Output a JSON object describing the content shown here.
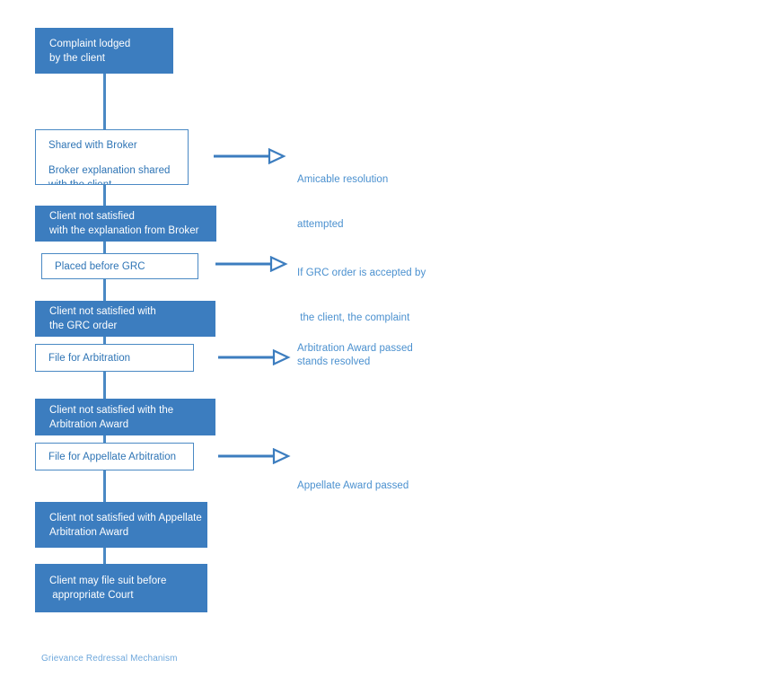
{
  "diagram": {
    "caption": "Grievance Redressal Mechanism",
    "accent_fill": "#3C7DBF",
    "accent_border": "#4A89C4",
    "text_blue": "#2E74B5",
    "label_blue": "#4A90CF",
    "caption_blue": "#6FA8DC",
    "nodes": [
      {
        "id": "complaint-lodged",
        "style": "filled",
        "line1": "Complaint lodged",
        "line2": "by the client"
      },
      {
        "id": "shared-with-broker",
        "style": "outlined",
        "line1": "Shared with Broker",
        "line2": "Broker explanation shared",
        "line3": "with the client"
      },
      {
        "id": "client-not-satisfied-broker",
        "style": "filled",
        "line1": "Client not satisfied",
        "line2": "with the explanation from Broker"
      },
      {
        "id": "placed-before-grc",
        "style": "outlined",
        "line1": "Placed before GRC"
      },
      {
        "id": "client-not-satisfied-grc",
        "style": "filled",
        "line1": "Client not satisfied with",
        "line2": "the GRC order"
      },
      {
        "id": "file-for-arbitration",
        "style": "outlined",
        "line1": "File for Arbitration"
      },
      {
        "id": "client-not-satisfied-arbitration",
        "style": "filled",
        "line1": "Client not satisfied with the",
        "line2": "Arbitration Award"
      },
      {
        "id": "file-for-appellate-arbitration",
        "style": "outlined",
        "line1": "File for Appellate Arbitration"
      },
      {
        "id": "client-not-satisfied-appellate",
        "style": "filled",
        "line1": "Client not satisfied with Appellate",
        "line2": "Arbitration Award"
      },
      {
        "id": "client-may-file-suit",
        "style": "filled",
        "line1": "Client may file suit before",
        "line2": " appropriate Court"
      }
    ],
    "side_labels": [
      {
        "id": "amicable-resolution",
        "line1": "Amicable resolution",
        "line2": "attempted"
      },
      {
        "id": "grc-order-accepted",
        "line1": "If GRC order is accepted by",
        "line2": " the client, the complaint",
        "line3": "stands resolved"
      },
      {
        "id": "arbitration-award-passed",
        "line1": "Arbitration Award passed"
      },
      {
        "id": "appellate-award-passed",
        "line1": "Appellate Award passed"
      }
    ]
  }
}
